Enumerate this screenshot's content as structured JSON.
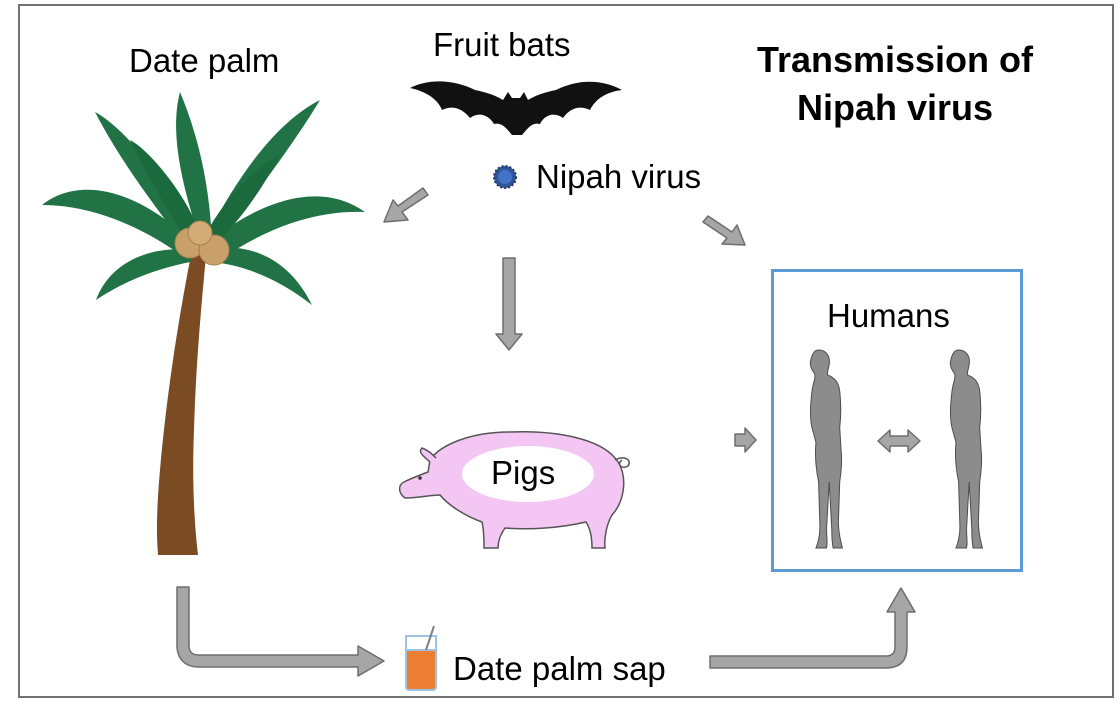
{
  "title_line1": "Transmission of",
  "title_line2": "Nipah virus",
  "labels": {
    "date_palm": "Date palm",
    "fruit_bats": "Fruit bats",
    "nipah_virus": "Nipah virus",
    "pigs": "Pigs",
    "humans": "Humans",
    "date_palm_sap": "Date palm sap"
  },
  "colors": {
    "frame": "#707070",
    "arrow_fill": "#a6a6a6",
    "arrow_stroke": "#6e6e6e",
    "humans_border": "#5b9bd5",
    "palm_leaves": "#217346",
    "palm_trunk": "#7b4b23",
    "coconut": "#c9a06a",
    "pig": "#f4c6f4",
    "virus": "#2f5597",
    "human": "#8c8c8c",
    "sap": "#ed7d31"
  }
}
